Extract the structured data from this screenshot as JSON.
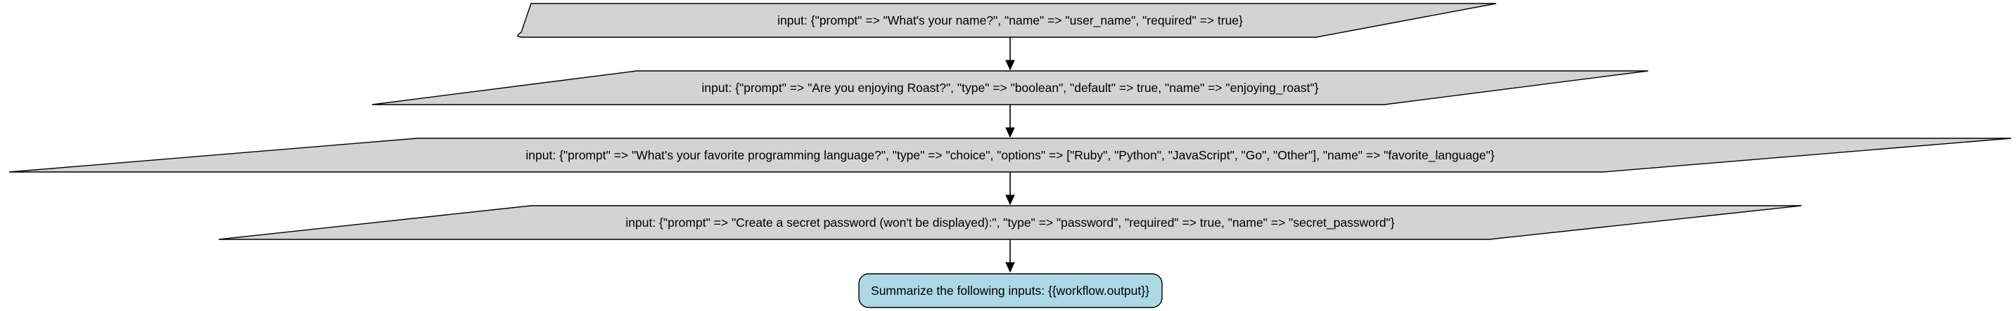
{
  "diagram": {
    "type": "flowchart",
    "direction": "top-to-bottom",
    "colors": {
      "input_fill": "#d3d3d3",
      "summary_fill": "#add8e6",
      "stroke": "#000000",
      "background": "#ffffff"
    },
    "nodes": [
      {
        "id": "input-user-name",
        "shape": "parallelogram",
        "label": "input: {\"prompt\" => \"What's your name?\", \"name\" => \"user_name\", \"required\" => true}"
      },
      {
        "id": "input-enjoying-roast",
        "shape": "parallelogram",
        "label": "input: {\"prompt\" => \"Are you enjoying Roast?\", \"type\" => \"boolean\", \"default\" => true, \"name\" => \"enjoying_roast\"}"
      },
      {
        "id": "input-favorite-language",
        "shape": "parallelogram",
        "label": "input: {\"prompt\" => \"What's your favorite programming language?\", \"type\" => \"choice\", \"options\" => [\"Ruby\", \"Python\", \"JavaScript\", \"Go\", \"Other\"], \"name\" => \"favorite_language\"}"
      },
      {
        "id": "input-secret-password",
        "shape": "parallelogram",
        "label": "input: {\"prompt\" => \"Create a secret password (won't be displayed):\", \"type\" => \"password\", \"required\" => true, \"name\" => \"secret_password\"}"
      },
      {
        "id": "summarize-step",
        "shape": "rounded-rectangle",
        "label": "Summarize the following inputs: {{workflow.output}}"
      }
    ],
    "edges": [
      {
        "from": "input-user-name",
        "to": "input-enjoying-roast"
      },
      {
        "from": "input-enjoying-roast",
        "to": "input-favorite-language"
      },
      {
        "from": "input-favorite-language",
        "to": "input-secret-password"
      },
      {
        "from": "input-secret-password",
        "to": "summarize-step"
      }
    ]
  }
}
